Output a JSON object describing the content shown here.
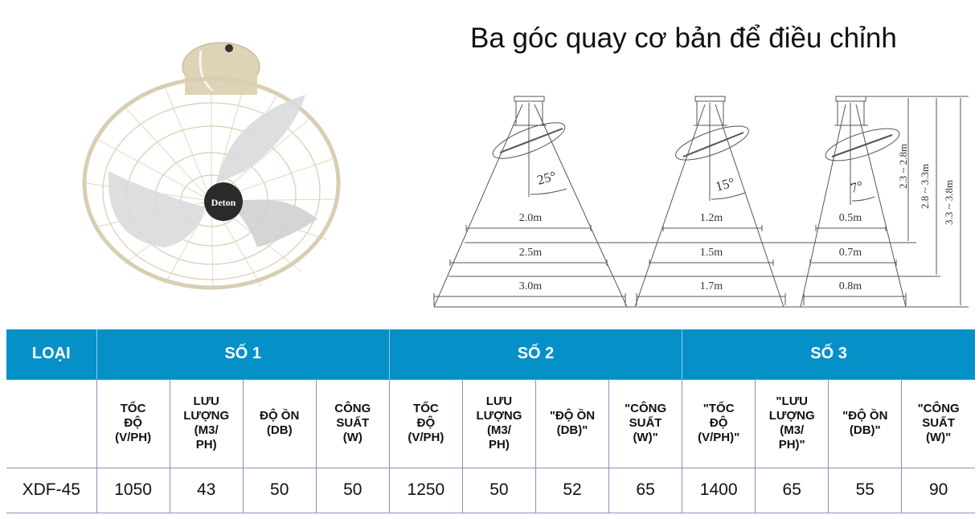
{
  "product_image": {
    "alt": "Deton orbit ceiling fan",
    "brand_label": "Deton"
  },
  "title": "Ba góc quay cơ bản để điều chỉnh",
  "diagram": {
    "angles": [
      "25°",
      "15°",
      "7°"
    ],
    "widths": {
      "angle_25": [
        "2.0m",
        "2.5m",
        "3.0m"
      ],
      "angle_15": [
        "1.2m",
        "1.5m",
        "1.7m"
      ],
      "angle_7": [
        "0.5m",
        "0.7m",
        "0.8m"
      ]
    },
    "heights": [
      "2.3 ~ 2.8m",
      "2.8 ~ 3.3m",
      "3.3 ~ 3.8m"
    ]
  },
  "table": {
    "header": {
      "type": "LOẠI",
      "groups": [
        "SỐ 1",
        "SỐ 2",
        "SỐ 3"
      ]
    },
    "subheaders": [
      "TỐC\nĐỘ\n(V/PH)",
      "LƯU\nLƯỢNG\n(M3/\nPH)",
      "ĐỘ ỒN\n(DB)",
      "CÔNG\nSUẤT\n(W)",
      "TỐC\nĐỘ\n(V/PH)",
      "LƯU\nLƯỢNG\n(M3/\nPH)",
      "\"ĐỘ ỒN\n(DB)\"",
      "\"CÔNG\nSUẤT\n(W)\"",
      "\"TỐC\nĐỘ\n(V/PH)\"",
      "\"LƯU\nLƯỢNG\n(M3/\nPH)\"",
      "\"ĐỘ ỒN\n(DB)\"",
      "\"CÔNG\nSUẤT\n(W)\""
    ],
    "rows": [
      {
        "model": "XDF-45",
        "values": [
          "1050",
          "43",
          "50",
          "50",
          "1250",
          "50",
          "52",
          "65",
          "1400",
          "65",
          "55",
          "90"
        ]
      }
    ]
  },
  "colors": {
    "header_bg": "#0590c8",
    "grid_line": "#8a93b8",
    "fan_body": "#e4dcc4",
    "blade": "#d9dadc"
  }
}
